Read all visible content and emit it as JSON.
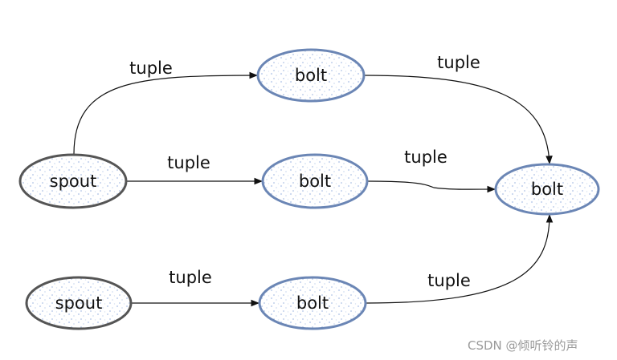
{
  "nodes": {
    "spout_top": "spout",
    "spout_bottom": "spout",
    "bolt_top": "bolt",
    "bolt_middle": "bolt",
    "bolt_bottom": "bolt",
    "bolt_right": "bolt"
  },
  "edges": {
    "spout_top_to_bolt_top": "tuple",
    "spout_top_to_bolt_middle": "tuple",
    "bolt_top_to_bolt_right": "tuple",
    "bolt_middle_to_bolt_right": "tuple",
    "spout_bottom_to_bolt_bottom": "tuple",
    "bolt_bottom_to_bolt_right": "tuple"
  },
  "colors": {
    "spout_border": "#555555",
    "bolt_border": "#6b86b5",
    "fill_dots": "#c8d6ee",
    "edge": "#111111"
  },
  "watermark": "CSDN @倾听铃的声"
}
